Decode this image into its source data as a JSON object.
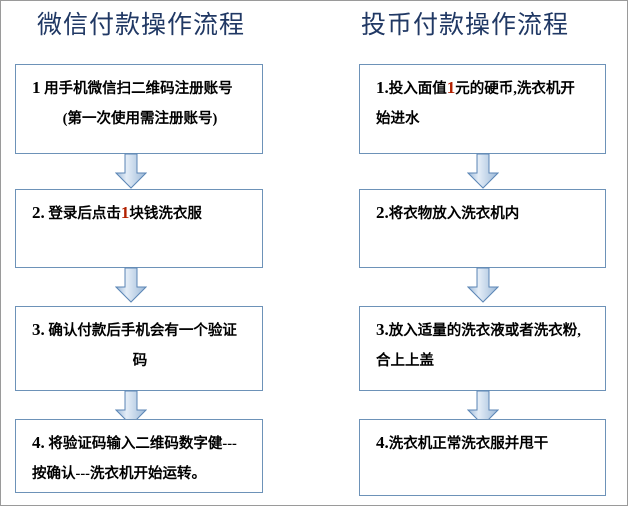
{
  "page": {
    "border_color": "#9a9a9a",
    "background": "#ffffff"
  },
  "theme": {
    "title_color": "#203864",
    "box_border_color": "#6d92b8",
    "arrow_fill_light": "#dce7f3",
    "arrow_fill_dark": "#9cb9d8",
    "arrow_border_color": "#5b85b5",
    "highlight_red": "#b22000"
  },
  "columns": [
    {
      "id": "wechat-payment-flow",
      "title": "微信付款操作流程",
      "steps": [
        {
          "num": "1",
          "line1": "用手机微信扫二维码注册账号",
          "line2": "(第一次使用需注册账号)",
          "highlight": ""
        },
        {
          "num": "2.",
          "line1_pre": "登录后点击",
          "highlight": "1",
          "line1_post": "块钱洗衣服",
          "line2": ""
        },
        {
          "num": "3.",
          "line1": "确认付款后手机会有一个验证",
          "line2": "码",
          "highlight": ""
        },
        {
          "num": "4.",
          "line1": "将验证码输入二维码数字健---",
          "line2": "按确认---洗衣机开始运转。",
          "highlight": ""
        }
      ]
    },
    {
      "id": "coin-payment-flow",
      "title": "投币付款操作流程",
      "steps": [
        {
          "num": "1.",
          "line1_pre": "投入面值",
          "highlight": "1",
          "line1_post": "元的硬币,洗衣机开",
          "line2": "始进水"
        },
        {
          "num": "2.",
          "line1": "将衣物放入洗衣机内",
          "line2": "",
          "highlight": ""
        },
        {
          "num": "3.",
          "line1": "放入适量的洗衣液或者洗衣粉,",
          "line2": "合上上盖",
          "highlight": ""
        },
        {
          "num": "4.",
          "line1": "洗衣机正常洗衣服并甩干",
          "line2": "",
          "highlight": ""
        }
      ]
    }
  ],
  "arrows": {
    "icon": "arrow-down-block",
    "count_per_column": 3
  }
}
